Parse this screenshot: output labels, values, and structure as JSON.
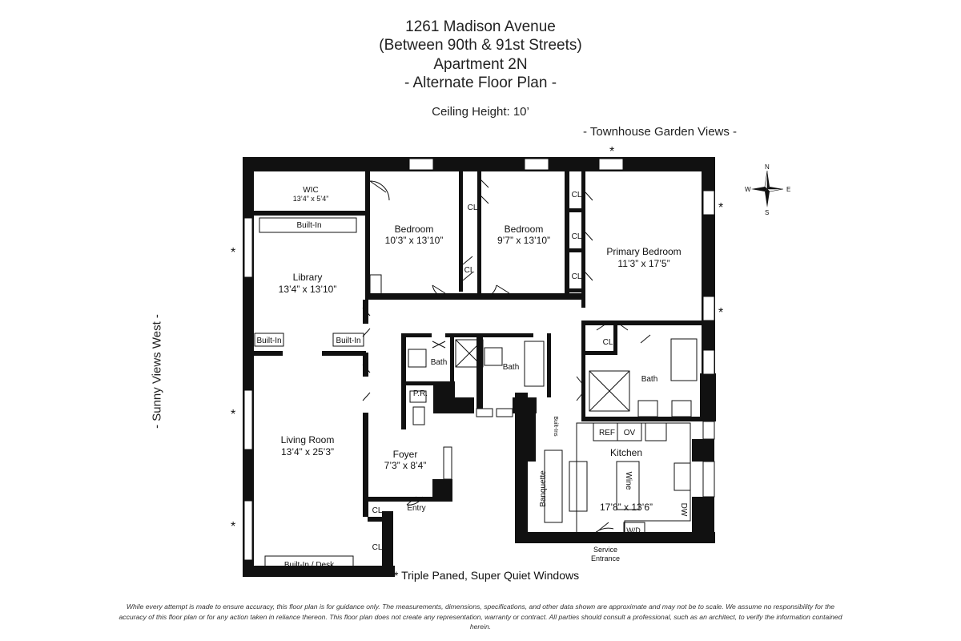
{
  "header": {
    "address": "1261 Madison Avenue",
    "cross_streets": "(Between 90th & 91st Streets)",
    "unit": "Apartment 2N",
    "plan_type": "- Alternate Floor Plan -",
    "ceiling": "Ceiling Height: 10’"
  },
  "views": {
    "top": "- Townhouse Garden Views -",
    "west": "- Sunny Views West -"
  },
  "compass": {
    "n": "N",
    "s": "S",
    "e": "E",
    "w": "W"
  },
  "rooms": {
    "wic": {
      "name": "WIC",
      "dims": "13’4” x 5’4”"
    },
    "bedroom1": {
      "name": "Bedroom",
      "dims": "10’3” x 13’10”"
    },
    "bedroom2": {
      "name": "Bedroom",
      "dims": "9’7” x 13’10”"
    },
    "primary": {
      "name": "Primary Bedroom",
      "dims": "11’3” x 17’5”"
    },
    "library": {
      "name": "Library",
      "dims": "13’4” x 13’10”"
    },
    "living": {
      "name": "Living Room",
      "dims": "13’4” x 25’3”"
    },
    "foyer": {
      "name": "Foyer",
      "dims": "7’3” x 8’4”"
    },
    "kitchen": {
      "name": "Kitchen",
      "dims": "17’8” x 13’6”"
    }
  },
  "labels": {
    "cl": "CL",
    "bath": "Bath",
    "pr": "P.R.",
    "built_in": "Built-In",
    "built_in_short": "Built-In",
    "built_in_desk": "Built-In / Desk",
    "built_ins": "Built-Ins",
    "entry": "Entry",
    "service": "Service",
    "entrance": "Entrance",
    "ref": "REF",
    "ov": "OV",
    "wine": "Wine",
    "banquette": "Banquette",
    "dw": "DW",
    "wd": "W/D",
    "asterisk": "*"
  },
  "footnote": "* Triple Paned, Super Quiet Windows",
  "disclaimer": "While every attempt is made to ensure accuracy, this floor plan is for guidance only. The measurements, dimensions, specifications, and other data shown are approximate and may not be to scale.  We assume no responsibility for the accuracy of this floor plan or for any action taken in reliance thereon. This floor plan does not create any representation, warranty or contract. All parties should consult a professional, such as an architect, to verify the information contained herein."
}
